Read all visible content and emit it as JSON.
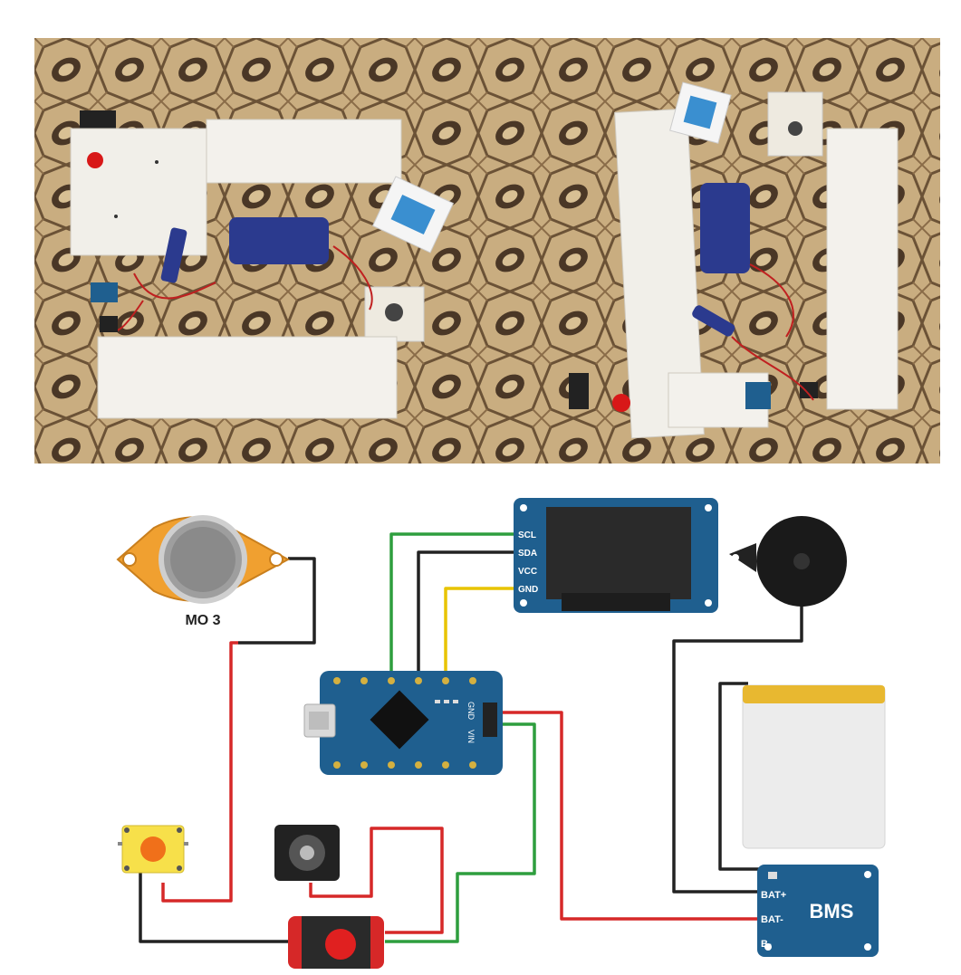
{
  "diagram": {
    "sensor_label": "MO 3",
    "oled_pins": [
      "SCL",
      "SDA",
      "VCC",
      "GND"
    ],
    "nano_pin_labels": [
      "GND",
      "VIN"
    ],
    "bms_label": "BMS",
    "bms_pins": [
      "BAT+",
      "BAT-",
      "B-"
    ]
  },
  "colors": {
    "pcb_blue": "#1f5f8f",
    "wire_red": "#d62828",
    "wire_green": "#2e9e3e",
    "wire_black": "#222222",
    "wire_yellow": "#e8c400",
    "sensor_orange": "#f0a030",
    "battery_gold": "#e8b830"
  }
}
